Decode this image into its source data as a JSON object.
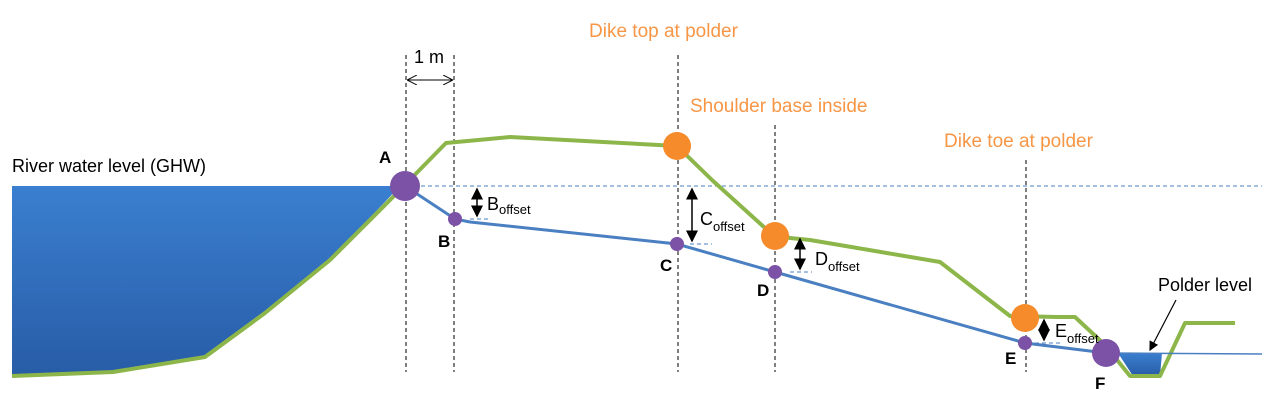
{
  "labels": {
    "river_water_level": "River water level (GHW)",
    "one_meter": "1 m",
    "dike_top": "Dike top at polder",
    "shoulder_base": "Shoulder base inside",
    "dike_toe": "Dike toe at polder",
    "polder_level": "Polder level"
  },
  "points": {
    "A": "A",
    "B": "B",
    "C": "C",
    "D": "D",
    "E": "E",
    "F": "F"
  },
  "offsets": {
    "B": {
      "letter": "B",
      "sub": "offset"
    },
    "C": {
      "letter": "C",
      "sub": "offset"
    },
    "D": {
      "letter": "D",
      "sub": "offset"
    },
    "E": {
      "letter": "E",
      "sub": "offset"
    }
  },
  "colors": {
    "dike": "#8db64a",
    "phreatic": "#4a7fc1",
    "water": "#3670bd",
    "orange": "#f58b2a",
    "purple": "#7b52a6",
    "orange_text": "#f79646"
  }
}
